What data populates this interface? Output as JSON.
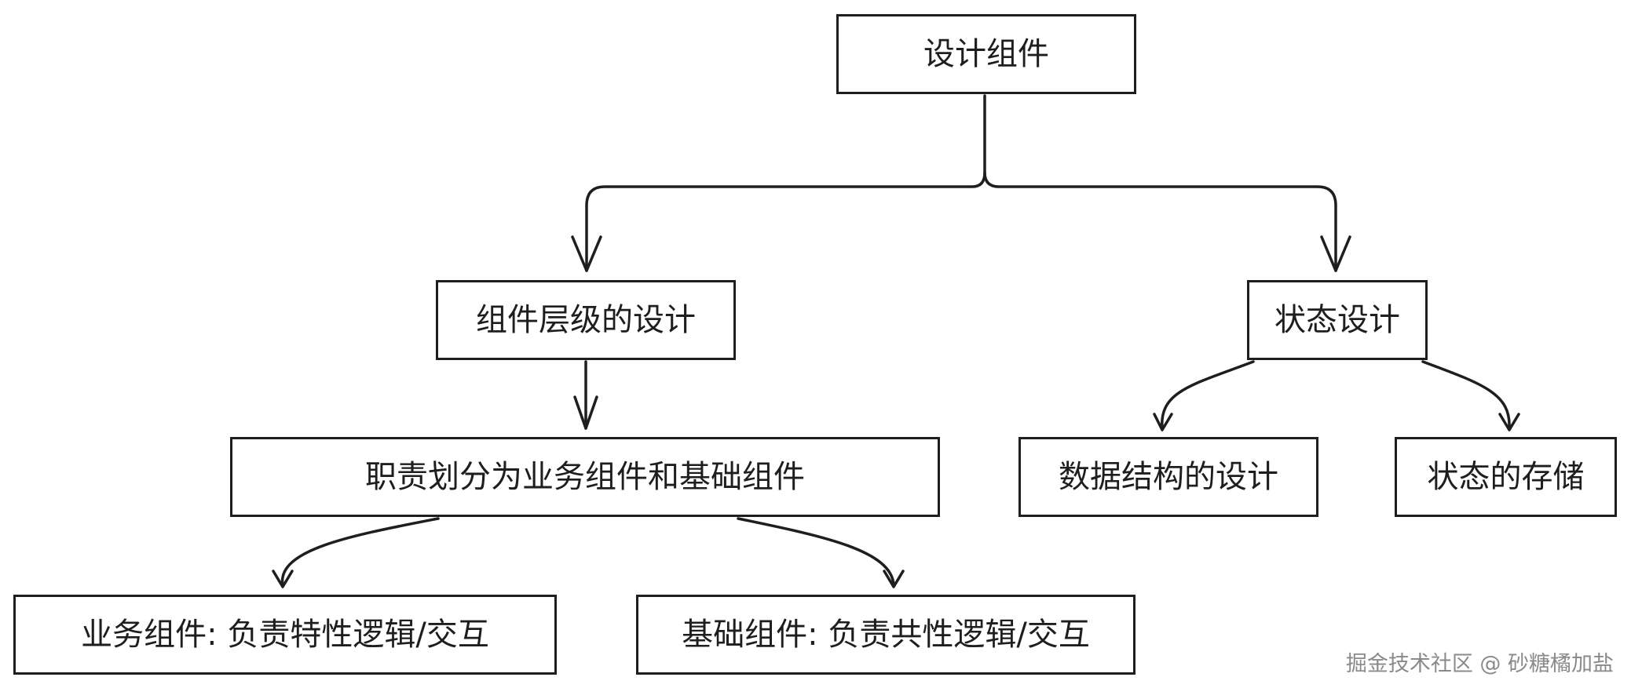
{
  "diagram": {
    "type": "tree",
    "nodes": {
      "root": {
        "label": "设计组件"
      },
      "hierarchy": {
        "label": "组件层级的设计"
      },
      "state": {
        "label": "状态设计"
      },
      "split": {
        "label": "职责划分为业务组件和基础组件"
      },
      "data_structure": {
        "label": "数据结构的设计"
      },
      "state_storage": {
        "label": "状态的存储"
      },
      "business": {
        "label": "业务组件: 负责特性逻辑/交互"
      },
      "base": {
        "label": "基础组件: 负责共性逻辑/交互"
      }
    },
    "edges": [
      {
        "from": "root",
        "to": "hierarchy"
      },
      {
        "from": "root",
        "to": "state"
      },
      {
        "from": "hierarchy",
        "to": "split"
      },
      {
        "from": "state",
        "to": "data_structure"
      },
      {
        "from": "state",
        "to": "state_storage"
      },
      {
        "from": "split",
        "to": "business"
      },
      {
        "from": "split",
        "to": "base"
      }
    ],
    "stroke_color": "#1e1e1e"
  },
  "watermark": {
    "text": "掘金技术社区 @ 砂糖橘加盐"
  }
}
